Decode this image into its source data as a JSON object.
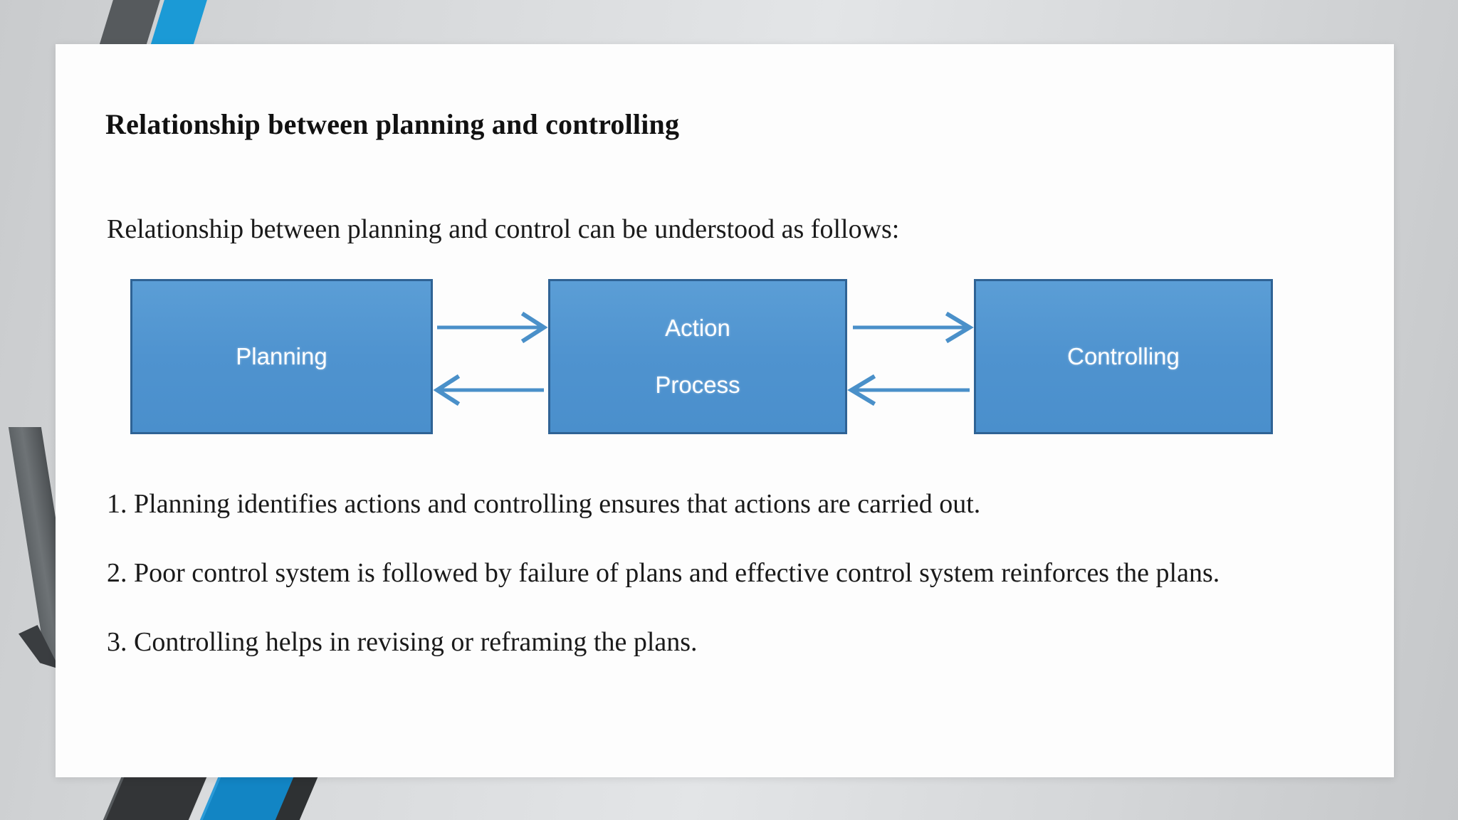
{
  "slide": {
    "title": "Relationship between planning and controlling",
    "lead": "Relationship between planning and control can be understood as follows:"
  },
  "diagram": {
    "type": "flow",
    "boxes": [
      {
        "id": "planning",
        "label_top": "Planning",
        "label_bottom": ""
      },
      {
        "id": "action-process",
        "label_top": "Action",
        "label_bottom": "Process"
      },
      {
        "id": "controlling",
        "label_top": "Controlling",
        "label_bottom": ""
      }
    ],
    "arrows": [
      {
        "from": "planning",
        "to": "action-process",
        "direction": "right"
      },
      {
        "from": "action-process",
        "to": "planning",
        "direction": "left"
      },
      {
        "from": "action-process",
        "to": "controlling",
        "direction": "right"
      },
      {
        "from": "controlling",
        "to": "action-process",
        "direction": "left"
      }
    ],
    "colors": {
      "box_fill": "#4f93cf",
      "box_border": "#2f6395",
      "box_text": "#ffffff",
      "arrow": "#4a90c9"
    }
  },
  "points": [
    "1. Planning identifies actions and controlling ensures that actions are carried out.",
    "2. Poor control system is followed by failure of plans and effective control system reinforces the plans.",
    "3. Controlling helps in revising or reframing the plans."
  ],
  "theme": {
    "background": "#d6d8da",
    "card": "#fdfdfd",
    "accent_blue": "#1b9ad6",
    "accent_dark": "#3a3d40"
  }
}
